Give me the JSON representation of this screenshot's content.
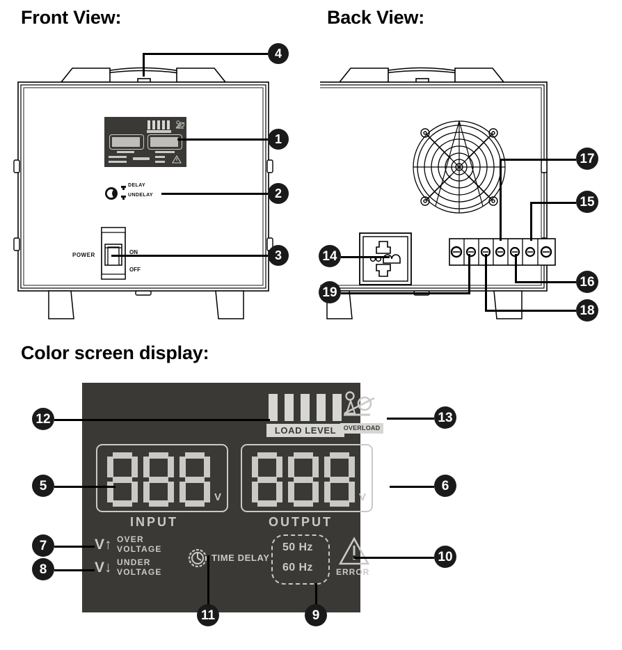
{
  "document": {
    "title": "Voltage Stabilizer — Front View, Back View and Color Screen Display"
  },
  "headings": {
    "front_view": "Front View:",
    "back_view": "Back View:",
    "color_screen": "Color screen display:"
  },
  "front_panel": {
    "power_label": "POWER",
    "switch_on": "ON",
    "switch_off": "OFF",
    "delay_label": "DELAY",
    "undelay_label": "UNDELAY"
  },
  "screen": {
    "load_level_label": "LOAD LEVEL",
    "load_level_bars": 5,
    "overload_label": "OVERLOAD",
    "input_label": "INPUT",
    "output_label": "OUTPUT",
    "input_value": "888",
    "output_value": "888",
    "input_unit": "V",
    "output_unit": "V",
    "over_voltage_line1": "OVER",
    "over_voltage_line2": "VOLTAGE",
    "under_voltage_line1": "UNDER",
    "under_voltage_line2": "VOLTAGE",
    "over_voltage_symbol": "V↑",
    "under_voltage_symbol": "V↓",
    "time_delay_label": "TIME DELAY",
    "freq_50": "50 Hz",
    "freq_60": "60 Hz",
    "error_label": "ERROR",
    "panel_color": "#3b3936",
    "segment_color": "#c9c9c7",
    "bar_color": "#d6d6d4"
  },
  "callouts": {
    "front": [
      {
        "id": "4",
        "number": "4"
      },
      {
        "id": "1",
        "number": "1"
      },
      {
        "id": "2",
        "number": "2"
      },
      {
        "id": "3",
        "number": "3"
      }
    ],
    "back": [
      {
        "id": "17",
        "number": "17"
      },
      {
        "id": "15",
        "number": "15"
      },
      {
        "id": "16",
        "number": "16"
      },
      {
        "id": "18",
        "number": "18"
      },
      {
        "id": "14",
        "number": "14"
      },
      {
        "id": "19",
        "number": "19"
      }
    ],
    "screen": [
      {
        "id": "12",
        "number": "12"
      },
      {
        "id": "13",
        "number": "13"
      },
      {
        "id": "5",
        "number": "5"
      },
      {
        "id": "6",
        "number": "6"
      },
      {
        "id": "7",
        "number": "7"
      },
      {
        "id": "8",
        "number": "8"
      },
      {
        "id": "10",
        "number": "10"
      },
      {
        "id": "11",
        "number": "11"
      },
      {
        "id": "9",
        "number": "9"
      }
    ]
  }
}
